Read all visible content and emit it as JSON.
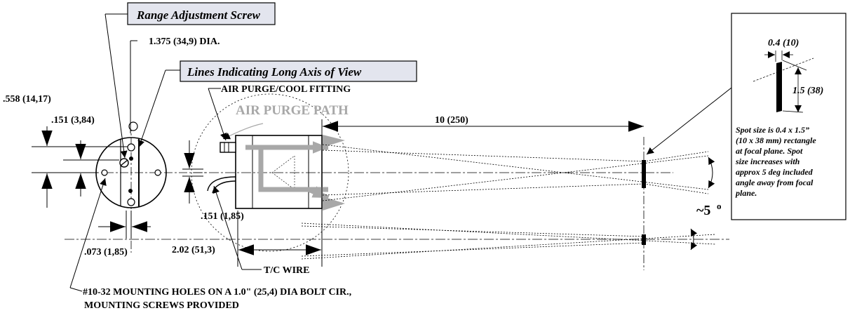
{
  "labels": {
    "range_adjustment_screw": "Range Adjustment Screw",
    "dia_1375": "1.375 (34,9) DIA.",
    "lines_long_axis": "Lines Indicating Long Axis of View",
    "dim_558": ".558 (14,17)",
    "dim_151_top": ".151 (3,84)",
    "air_purge_fitting": "AIR PURGE/COOL FITTING",
    "air_purge_path": "AIR PURGE PATH",
    "dist_10": "10 (250)",
    "dim_151_bottom": ".151 (1,85)",
    "dim_073": ".073 (1,85)",
    "dim_202": "2.02 (51,3)",
    "tc_wire": "T/C WIRE",
    "mounting_holes_1": "#10-32 MOUNTING HOLES ON A 1.0\" (25,4) DIA BOLT CIR.,",
    "mounting_holes_2": "MOUNTING SCREWS PROVIDED",
    "angle_5": "~5",
    "angle_deg": "o"
  },
  "inset": {
    "width_label": "0.4 (10)",
    "height_label": "1.5 (38)",
    "note_lines": [
      "Spot size is 0.4 x 1.5”",
      "(10 x 38 mm) rectangle",
      "at focal plane.  Spot",
      "size increases with",
      "approx 5 deg included",
      "angle away from focal",
      "plane."
    ]
  },
  "colors": {
    "line": "#000000",
    "callout_fill": "#e3e5ee",
    "air_path": "#a8a8a8"
  }
}
